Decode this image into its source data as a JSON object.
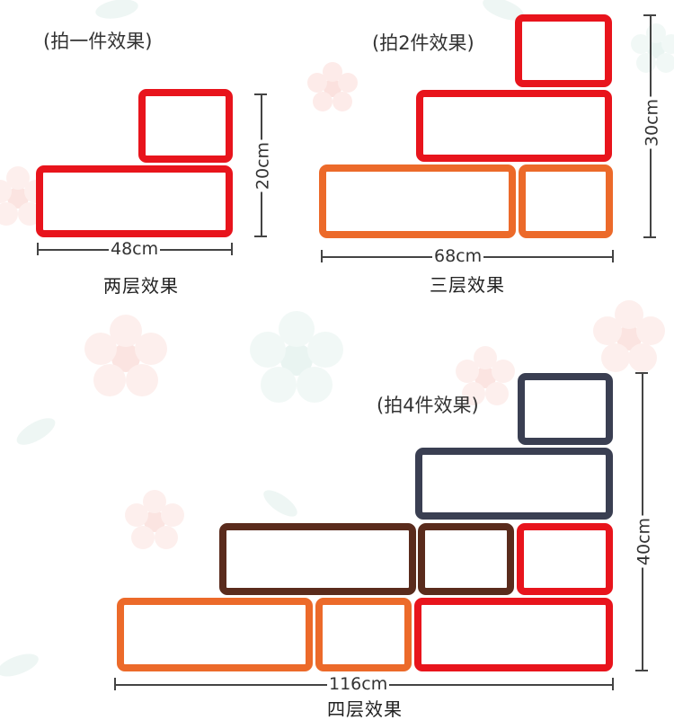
{
  "colors": {
    "red": "#e8141c",
    "orange": "#ec6a2a",
    "brown": "#5a2b1c",
    "navy": "#3a3f52",
    "dimension_line": "#444444"
  },
  "section_two": {
    "note": "(拍一件效果)",
    "caption": "两层效果",
    "width_label": "48cm",
    "height_label": "20cm"
  },
  "section_three": {
    "note": "(拍2件效果)",
    "caption": "三层效果",
    "width_label": "68cm",
    "height_label": "30cm"
  },
  "section_four": {
    "note": "(拍4件效果)",
    "caption": "四层效果",
    "width_label": "116cm",
    "height_label": "40cm"
  }
}
